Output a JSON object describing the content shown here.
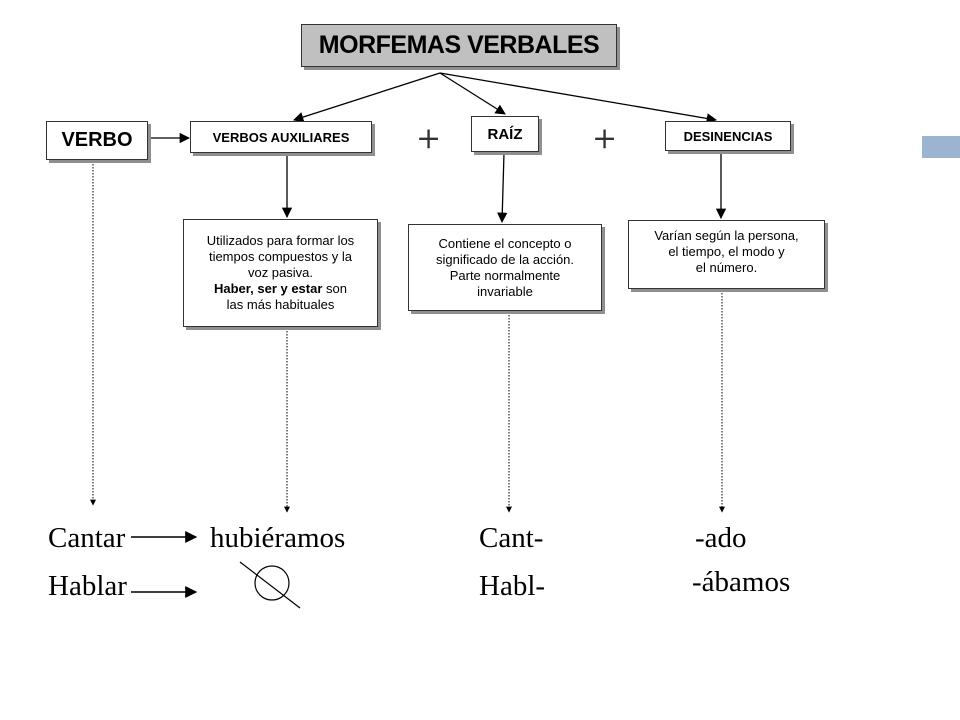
{
  "title": "MORFEMAS VERBALES",
  "nodes": {
    "verbo": "VERBO",
    "auxiliares": "VERBOS AUXILIARES",
    "raiz": "RAÍZ",
    "desinencias": "DESINENCIAS"
  },
  "plus_sign": "+",
  "descriptions": {
    "auxiliares": {
      "line1": "Utilizados para formar los",
      "line2": "tiempos compuestos y la",
      "line3": "voz pasiva.",
      "bold": "Haber, ser y estar",
      "line4_rest": " son",
      "line5": "las más habituales"
    },
    "raiz": {
      "line1": "Contiene el concepto o",
      "line2": "significado de la acción.",
      "line3": "Parte normalmente",
      "line4": "invariable"
    },
    "desinencias": {
      "line1": "Varían según la persona,",
      "line2": "el tiempo, el modo y",
      "line3": "el número."
    }
  },
  "examples": {
    "verbs": [
      "Cantar",
      "Hablar"
    ],
    "auxiliar": "hubiéramos",
    "roots": [
      "Cant-",
      "Habl-"
    ],
    "endings": [
      "-ado",
      "-ábamos"
    ]
  },
  "colors": {
    "title_bg": "#c0c0c0",
    "side_accent": "#9cb4d0"
  }
}
